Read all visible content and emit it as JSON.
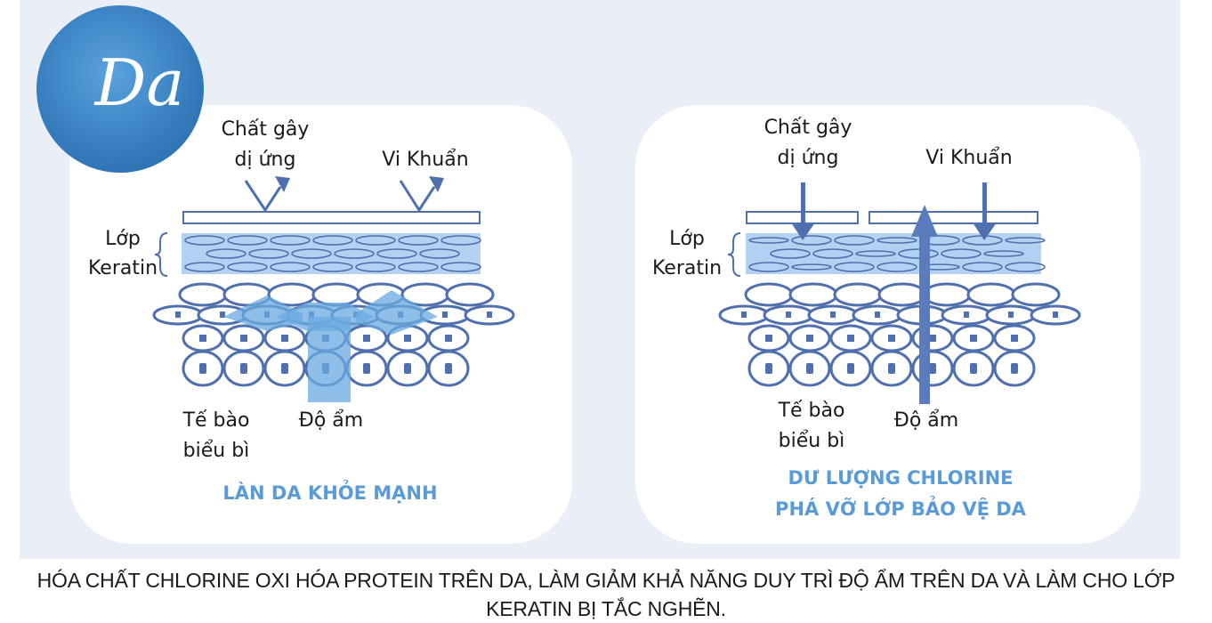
{
  "colors": {
    "background_band": "#e9eef7",
    "panel": "#ffffff",
    "line": "#4f6fae",
    "keratin_fill": "#b3d1f2",
    "moisture": "#6aa9e0",
    "moisture_arrow": "#5b7cbc",
    "title": "#5b9bd5",
    "badge": "#3e86c6",
    "text": "#1a1a1a"
  },
  "badge": {
    "label": "Da"
  },
  "healthy": {
    "allergen_label": [
      "Chất gây",
      "dị ứng"
    ],
    "bacteria_label": "Vi Khuẩn",
    "keratin_label": [
      "Lớp",
      "Keratin"
    ],
    "epidermis_label": [
      "Tế bào",
      "biểu bì"
    ],
    "moisture_label": "Độ ẩm",
    "title": [
      "LÀN DA KHỎE MẠNH"
    ]
  },
  "damaged": {
    "allergen_label": [
      "Chất gây",
      "dị ứng"
    ],
    "bacteria_label": "Vi Khuẩn",
    "keratin_label": [
      "Lớp",
      "Keratin"
    ],
    "epidermis_label": [
      "Tế bào",
      "biểu bì"
    ],
    "moisture_label": "Độ ẩm",
    "title": [
      "DƯ LƯỢNG CHLORINE",
      "PHÁ VỠ  LỚP BẢO VỆ DA"
    ]
  },
  "caption": {
    "line1": "HÓA CHẤT CHLORINE OXI HÓA PROTEIN TRÊN DA, LÀM GIẢM KHẢ NĂNG DUY TRÌ ĐỘ ẨM TRÊN DA VÀ LÀM CHO LỚP",
    "line2": "KERATIN BỊ TẮC NGHẼN."
  }
}
